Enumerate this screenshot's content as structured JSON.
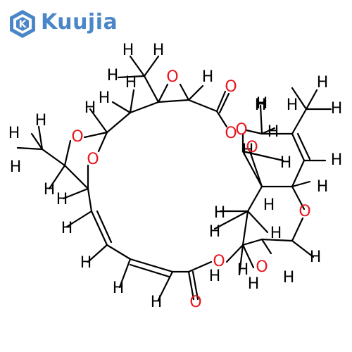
{
  "brand": {
    "name": "Kuujia",
    "color": "#4a86c8"
  },
  "atom_colors": {
    "H": "#000000",
    "O": "#e8141c",
    "bond": "#000000"
  },
  "molecule": {
    "atoms": {
      "H1": "H",
      "H2": "H",
      "H3": "H",
      "H4": "H",
      "H5": "H",
      "H6": "H",
      "H7": "H",
      "H8": "H",
      "H9": "H",
      "H10": "H",
      "H11": "H",
      "H12": "H",
      "H13": "H",
      "H14": "H",
      "H15": "H",
      "H16": "H",
      "H17": "H",
      "H18": "H",
      "H19": "H",
      "H20": "H",
      "H21": "H",
      "H22": "H",
      "H23": "H",
      "H24": "H",
      "H25": "H",
      "H26": "H",
      "H27": "H",
      "H28": "H",
      "H29": "H",
      "H30": "H",
      "H31": "H",
      "H32": "H",
      "H33": "H",
      "H34": "H",
      "H35": "H",
      "O1": "O",
      "O2": "O",
      "O3": "O",
      "O4": "O",
      "O5": "O",
      "O6": "O",
      "O7": "O",
      "O8": "O",
      "O9": "O",
      "O10": "O",
      "O11": "O"
    }
  }
}
